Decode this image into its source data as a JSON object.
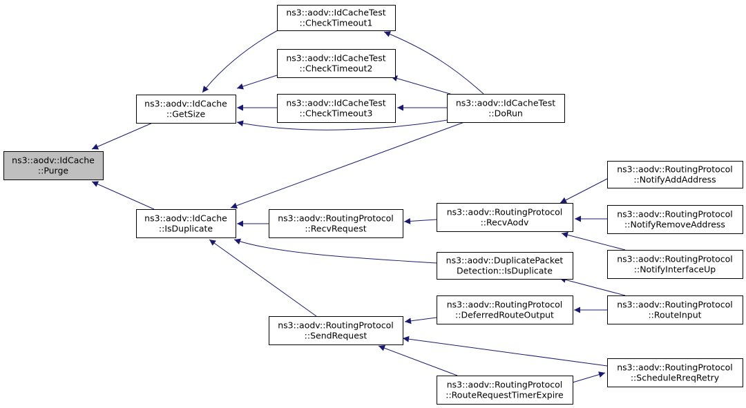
{
  "colors": {
    "edge": "#191970",
    "node_border": "#000000",
    "node_fill": "#ffffff",
    "root_fill": "#bfbfbf"
  },
  "nodes": [
    {
      "id": "purge",
      "lines": [
        "ns3::aodv::IdCache",
        "::Purge"
      ],
      "root": true
    },
    {
      "id": "getsize",
      "lines": [
        "ns3::aodv::IdCache",
        "::GetSize"
      ]
    },
    {
      "id": "isdup",
      "lines": [
        "ns3::aodv::IdCache",
        "::IsDuplicate"
      ]
    },
    {
      "id": "ct1",
      "lines": [
        "ns3::aodv::IdCacheTest",
        "::CheckTimeout1"
      ]
    },
    {
      "id": "ct2",
      "lines": [
        "ns3::aodv::IdCacheTest",
        "::CheckTimeout2"
      ]
    },
    {
      "id": "ct3",
      "lines": [
        "ns3::aodv::IdCacheTest",
        "::CheckTimeout3"
      ]
    },
    {
      "id": "dorun",
      "lines": [
        "ns3::aodv::IdCacheTest",
        "::DoRun"
      ]
    },
    {
      "id": "recvreq",
      "lines": [
        "ns3::aodv::RoutingProtocol",
        "::RecvRequest"
      ]
    },
    {
      "id": "recvaodv",
      "lines": [
        "ns3::aodv::RoutingProtocol",
        "::RecvAodv"
      ]
    },
    {
      "id": "dpd",
      "lines": [
        "ns3::aodv::DuplicatePacket",
        "Detection::IsDuplicate"
      ]
    },
    {
      "id": "sendreq",
      "lines": [
        "ns3::aodv::RoutingProtocol",
        "::SendRequest"
      ]
    },
    {
      "id": "deferred",
      "lines": [
        "ns3::aodv::RoutingProtocol",
        "::DeferredRouteOutput"
      ]
    },
    {
      "id": "rrte",
      "lines": [
        "ns3::aodv::RoutingProtocol",
        "::RouteRequestTimerExpire"
      ]
    },
    {
      "id": "notifyadd",
      "lines": [
        "ns3::aodv::RoutingProtocol",
        "::NotifyAddAddress"
      ]
    },
    {
      "id": "notifyremove",
      "lines": [
        "ns3::aodv::RoutingProtocol",
        "::NotifyRemoveAddress"
      ]
    },
    {
      "id": "notifyup",
      "lines": [
        "ns3::aodv::RoutingProtocol",
        "::NotifyInterfaceUp"
      ]
    },
    {
      "id": "routeinput",
      "lines": [
        "ns3::aodv::RoutingProtocol",
        "::RouteInput"
      ]
    },
    {
      "id": "schedule",
      "lines": [
        "ns3::aodv::RoutingProtocol",
        "::ScheduleRreqRetry"
      ]
    }
  ],
  "edges": [
    {
      "from": "getsize",
      "to": "purge"
    },
    {
      "from": "isdup",
      "to": "purge"
    },
    {
      "from": "ct1",
      "to": "getsize"
    },
    {
      "from": "ct2",
      "to": "getsize"
    },
    {
      "from": "ct3",
      "to": "getsize"
    },
    {
      "from": "dorun",
      "to": "getsize"
    },
    {
      "from": "dorun",
      "to": "ct1"
    },
    {
      "from": "dorun",
      "to": "ct2"
    },
    {
      "from": "dorun",
      "to": "ct3"
    },
    {
      "from": "dorun",
      "to": "isdup"
    },
    {
      "from": "recvreq",
      "to": "isdup"
    },
    {
      "from": "dpd",
      "to": "isdup"
    },
    {
      "from": "sendreq",
      "to": "isdup"
    },
    {
      "from": "recvaodv",
      "to": "recvreq"
    },
    {
      "from": "notifyadd",
      "to": "recvaodv"
    },
    {
      "from": "notifyremove",
      "to": "recvaodv"
    },
    {
      "from": "notifyup",
      "to": "recvaodv"
    },
    {
      "from": "routeinput",
      "to": "dpd"
    },
    {
      "from": "deferred",
      "to": "sendreq"
    },
    {
      "from": "rrte",
      "to": "sendreq"
    },
    {
      "from": "schedule",
      "to": "sendreq"
    },
    {
      "from": "routeinput",
      "to": "deferred"
    },
    {
      "from": "rrte",
      "to": "schedule"
    }
  ]
}
